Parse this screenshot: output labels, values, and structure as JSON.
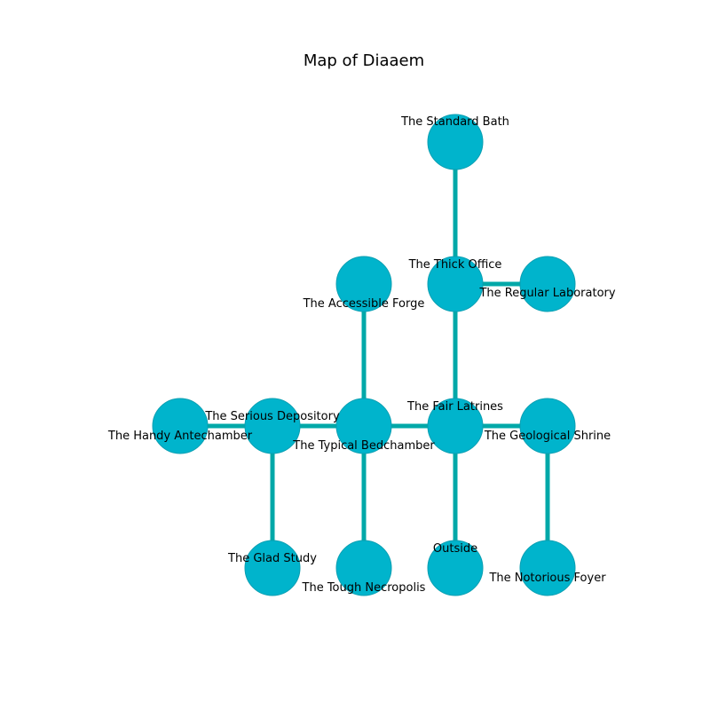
{
  "title": "Map of Diaaem",
  "colors": {
    "node": "#00b4cc",
    "edge": "#00a8a8"
  },
  "nodes": [
    {
      "id": "standard-bath",
      "label": "The Standard Bath"
    },
    {
      "id": "thick-office",
      "label": "The Thick Office"
    },
    {
      "id": "regular-laboratory",
      "label": "The Regular Laboratory"
    },
    {
      "id": "accessible-forge",
      "label": "The Accessible Forge"
    },
    {
      "id": "handy-antechamber",
      "label": "The Handy Antechamber"
    },
    {
      "id": "serious-depository",
      "label": "The Serious Depository"
    },
    {
      "id": "typical-bedchamber",
      "label": "The Typical Bedchamber"
    },
    {
      "id": "fair-latrines",
      "label": "The Fair Latrines"
    },
    {
      "id": "geological-shrine",
      "label": "The Geological Shrine"
    },
    {
      "id": "glad-study",
      "label": "The Glad Study"
    },
    {
      "id": "tough-necropolis",
      "label": "The Tough Necropolis"
    },
    {
      "id": "outside",
      "label": "Outside"
    },
    {
      "id": "notorious-foyer",
      "label": "The Notorious Foyer"
    }
  ],
  "edges": [
    [
      "standard-bath",
      "thick-office"
    ],
    [
      "thick-office",
      "regular-laboratory"
    ],
    [
      "thick-office",
      "fair-latrines"
    ],
    [
      "accessible-forge",
      "typical-bedchamber"
    ],
    [
      "handy-antechamber",
      "serious-depository"
    ],
    [
      "serious-depository",
      "typical-bedchamber"
    ],
    [
      "serious-depository",
      "glad-study"
    ],
    [
      "typical-bedchamber",
      "fair-latrines"
    ],
    [
      "typical-bedchamber",
      "tough-necropolis"
    ],
    [
      "fair-latrines",
      "geological-shrine"
    ],
    [
      "fair-latrines",
      "outside"
    ],
    [
      "geological-shrine",
      "notorious-foyer"
    ]
  ]
}
